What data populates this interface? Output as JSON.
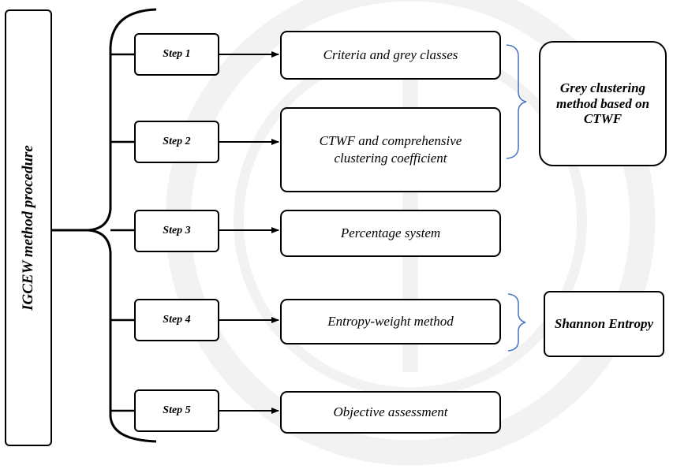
{
  "procedure": {
    "label": "IGCEW method procedure"
  },
  "steps": [
    {
      "label": "Step 1",
      "description": "Criteria and grey classes"
    },
    {
      "label": "Step 2",
      "description": "CTWF and comprehensive clustering coefficient"
    },
    {
      "label": "Step 3",
      "description": "Percentage system"
    },
    {
      "label": "Step 4",
      "description": "Entropy-weight method"
    },
    {
      "label": "Step 5",
      "description": "Objective assessment"
    }
  ],
  "groups": {
    "grey": {
      "label": "Grey clustering method based on CTWF"
    },
    "shannon": {
      "label": "Shannon Entropy"
    }
  },
  "colors": {
    "brace": "#4472C4",
    "line": "#000000",
    "watermark": "#7a7a7a"
  }
}
